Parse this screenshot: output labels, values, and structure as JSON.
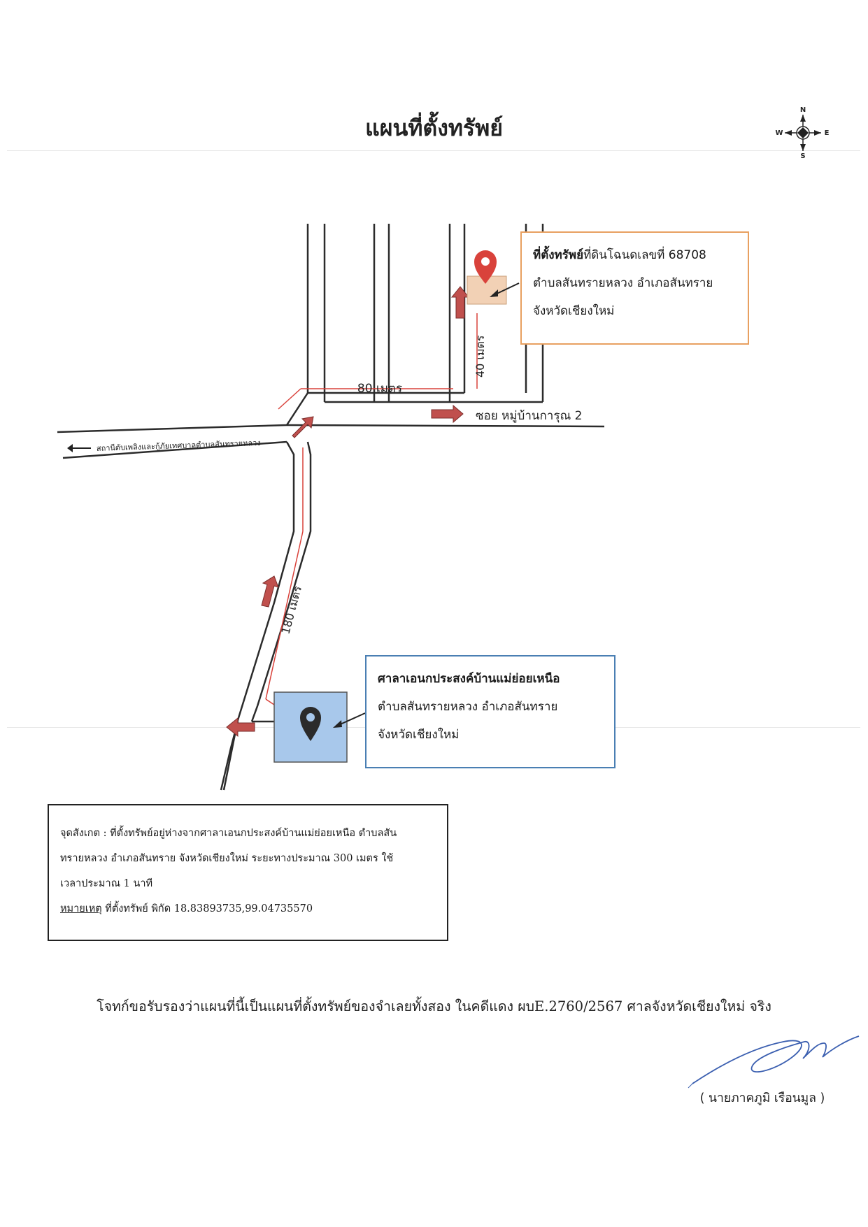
{
  "title": "แผนที่ตั้งทรัพย์",
  "compass": {
    "n": "N",
    "s": "S",
    "e": "E",
    "w": "W"
  },
  "map": {
    "road_labels": {
      "soi": "ซอย หมู่บ้านการุณ 2",
      "fire_station": "สถานีดับเพลิงและกู้ภัยเทศบาลตำบลสันทรายหลวง"
    },
    "distances": {
      "d80": "80 เมตร",
      "d40": "40 เมตร",
      "d180": "180 เมตร"
    },
    "colors": {
      "arrow": "#c0504d",
      "route": "#d9423b",
      "road": "#2b2b2b",
      "property_pin": "#d9423b",
      "property_fill": "#f2d1b5",
      "school_pin": "#2b2b2b",
      "school_fill": "#a8c8eb"
    },
    "icons": {
      "property": "map-pin-icon",
      "school": "map-pin-icon",
      "compass": "compass-rose-icon"
    }
  },
  "property_box": {
    "bold": "ที่ตั้งทรัพย์",
    "line1_rest": "ที่ดินโฉนดเลขที่ 68708",
    "line2": "ตำบลสันทรายหลวง อำเภอสันทราย",
    "line3": "จังหวัดเชียงใหม่"
  },
  "school_box": {
    "line1": "ศาลาเอนกประสงค์บ้านแม่ย่อยเหนือ",
    "line2": "ตำบลสันทรายหลวง อำเภอสันทราย",
    "line3": "จังหวัดเชียงใหม่"
  },
  "notes": {
    "line1": "จุดสังเกต : ที่ตั้งทรัพย์อยู่ห่างจากศาลาเอนกประสงค์บ้านแม่ย่อยเหนือ ตำบลสัน",
    "line2": "ทรายหลวง อำเภอสันทราย จังหวัดเชียงใหม่ ระยะทางประมาณ 300 เมตร ใช้",
    "line3": "เวลาประมาณ 1 นาที",
    "remark_label": "หมายเหตุ",
    "remark_text": "  ที่ตั้งทรัพย์ พิกัด 18.83893735,99.04735570"
  },
  "certification": "โจทก์ขอรับรองว่าแผนที่นี้เป็นแผนที่ตั้งทรัพย์ของจำเลยทั้งสอง ในคดีแดง ผบE.2760/2567 ศาลจังหวัดเชียงใหม่ จริง",
  "signatory": "( นายภาคภูมิ เรือนมูล )"
}
